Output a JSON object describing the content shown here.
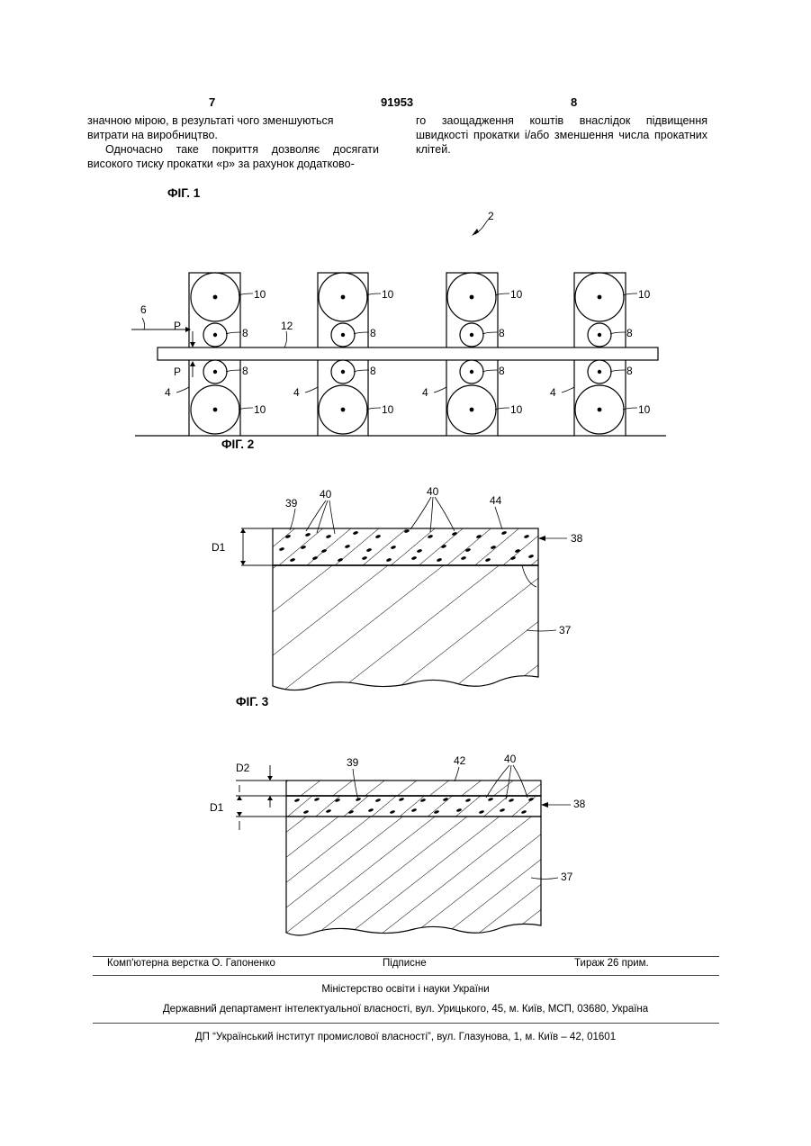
{
  "header": {
    "page_left": "7",
    "patent_number": "91953",
    "page_right": "8"
  },
  "text": {
    "left_line1": "значною мірою, в результаті чого зменшуються",
    "left_line2": "витрати на виробництво.",
    "left_para2": "Одночасно таке покриття дозволяє досягати високого тиску прокатки «p» за рахунок додатково-",
    "right_para": "го заощадження коштів внаслідок підвищення швидкості прокатки і/або зменшення числа прокатних клітей."
  },
  "figures": {
    "fig1": {
      "title": "ФІГ. 1",
      "ref_assembly": "2",
      "ref_strip_in": "6",
      "ref_strip": "12",
      "ref_stand": "4",
      "ref_work_roll": "8",
      "ref_backup_roll": "10",
      "pressure": "P"
    },
    "fig2": {
      "title": "ФІГ. 2",
      "ref_particles": "40",
      "ref_matrix": "39",
      "ref_surface": "44",
      "ref_coating": "38",
      "ref_substrate": "37",
      "thickness": "D1"
    },
    "fig3": {
      "title": "ФІГ. 3",
      "ref_particles": "40",
      "ref_matrix": "39",
      "ref_top_layer": "42",
      "ref_coating": "38",
      "ref_substrate": "37",
      "thickness_top": "D2",
      "thickness_coating": "D1"
    }
  },
  "footer": {
    "typesetter": "Комп'ютерна верстка О. Гапоненко",
    "signed": "Підписне",
    "circulation": "Тираж 26 прим.",
    "ministry": "Міністерство освіти і науки України",
    "department": "Державний департамент інтелектуальної власності, вул. Урицького, 45, м. Київ, МСП, 03680, Україна",
    "institute": "ДП “Український інститут промислової власності”, вул. Глазунова, 1, м. Київ – 42, 01601"
  }
}
